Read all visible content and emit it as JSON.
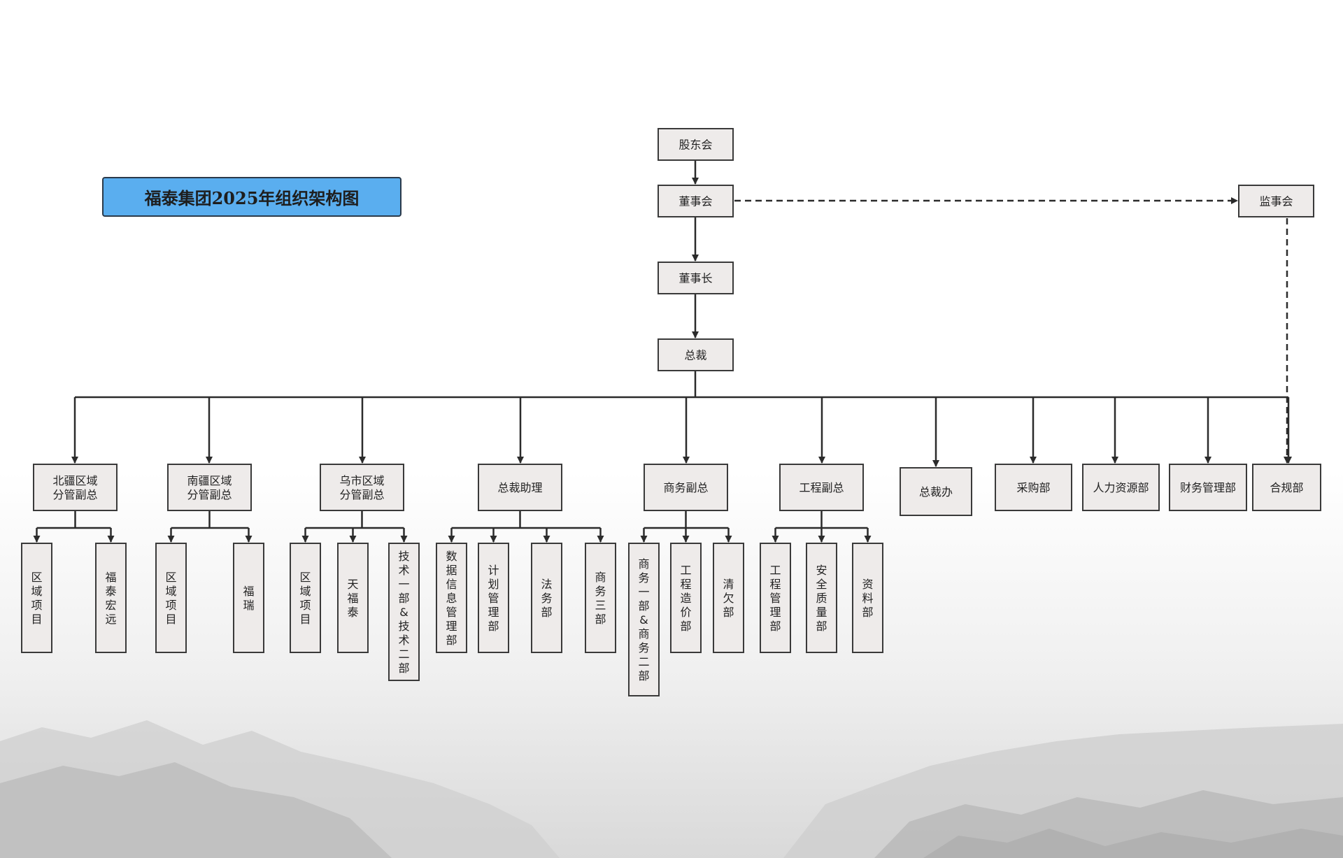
{
  "title": "福泰集团2025年组织架构图",
  "colors": {
    "box_fill": "#eeebea",
    "box_border": "#3a3a3a",
    "line": "#2b2b2b",
    "title_fill": "#5aaeef"
  },
  "nodes": {
    "shareholders": "股东会",
    "board": "董事会",
    "supervisory": "监事会",
    "chairman": "董事长",
    "president": "总裁",
    "north_vp": "北疆区域分管副总",
    "south_vp": "南疆区域分管副总",
    "urumqi_vp": "乌市区域分管副总",
    "assistant": "总裁助理",
    "business_vp": "商务副总",
    "engineering_vp": "工程副总",
    "president_office": "总裁办",
    "procurement": "采购部",
    "hr": "人力资源部",
    "finance": "财务管理部",
    "compliance": "合规部",
    "n_region_projects": "区域项目",
    "n_futai_hongyuan": "福泰宏远",
    "s_region_projects": "区域项目",
    "s_furui": "福瑞",
    "u_region_projects": "区域项目",
    "u_tianfutai": "天福泰",
    "u_tech": "技术一部&技术二部",
    "a_data": "数据信息管理部",
    "a_plan": "计划管理部",
    "a_legal": "法务部",
    "a_biz3": "商务三部",
    "b_biz12": "商务一部&商务二部",
    "b_cost": "工程造价部",
    "b_debt": "清欠部",
    "e_mgmt": "工程管理部",
    "e_safety": "安全质量部",
    "e_docs": "资料部"
  }
}
